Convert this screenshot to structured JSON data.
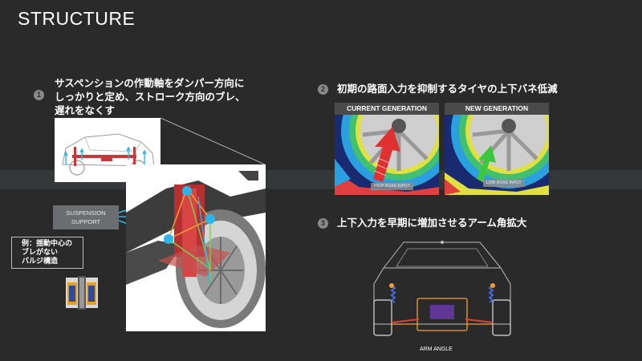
{
  "page": {
    "title": "STRUCTURE"
  },
  "section1": {
    "number": "1",
    "lines": [
      "サスペンションの作動軸をダンパー方向に",
      "しっかりと定め、ストローク方向のブレ、",
      "遅れをなくす"
    ],
    "support_label_line1": "SUSPENSION",
    "support_label_line2": "SUPPORT",
    "example_lines": [
      "例：揺動中心の",
      "ブレがない",
      "バルジ構造"
    ]
  },
  "section2": {
    "number": "2",
    "heading": "初期の路面入力を抑制するタイヤの上下バネ低減",
    "current": {
      "title": "CURRENT GENERATION",
      "input": "HIGH ROAD INPUT",
      "arrow_color": "#e03030"
    },
    "new": {
      "title": "NEW GENERATION",
      "input": "LOW ROAD INPUT",
      "arrow_color": "#3cc83c"
    }
  },
  "section3": {
    "number": "3",
    "heading": "上下入力を早期に増加させるアーム角拡大",
    "caption": "ARM ANGLE"
  },
  "colors": {
    "background": "#2a2a2a",
    "band": "#353838",
    "node": "#2ab7e8",
    "accent_orange": "#f0a030"
  }
}
